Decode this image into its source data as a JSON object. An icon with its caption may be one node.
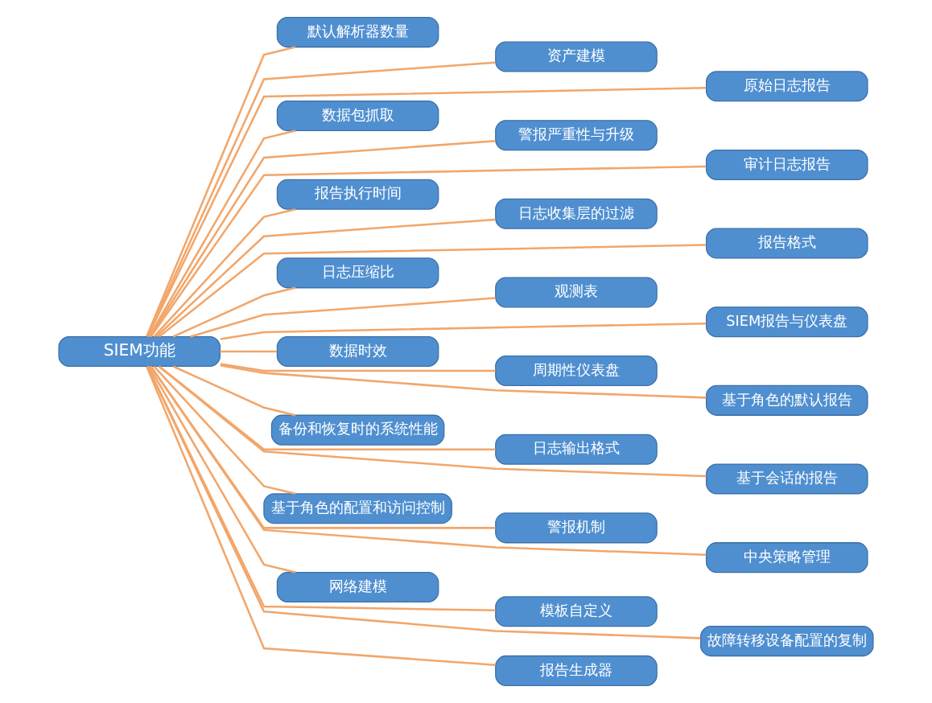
{
  "diagram": {
    "nodes": [
      {
        "text": [
          "SIEM功能"
        ]
      },
      {
        "text": [
          "默认解析器数量"
        ]
      },
      {
        "text": [
          "资产建模"
        ]
      },
      {
        "text": [
          "原始日志报告"
        ]
      },
      {
        "text": [
          "数据包抓取"
        ]
      },
      {
        "text": [
          "警报严重性与升级"
        ]
      },
      {
        "text": [
          "审计日志报告"
        ]
      },
      {
        "text": [
          "报告执行时间"
        ]
      },
      {
        "text": [
          "日志收集层的过滤"
        ]
      },
      {
        "text": [
          "报告格式"
        ]
      },
      {
        "text": [
          "日志压缩比"
        ]
      },
      {
        "text": [
          "观测表"
        ]
      },
      {
        "text": [
          "SIEM报告与仪表盘"
        ]
      },
      {
        "text": [
          "数据时效"
        ]
      },
      {
        "text": [
          "周期性仪表盘"
        ]
      },
      {
        "text": [
          "基于角色的默认报告"
        ]
      },
      {
        "text": [
          "备份和恢复时的系统性能"
        ]
      },
      {
        "text": [
          "日志输出格式"
        ]
      },
      {
        "text": [
          "基于会话的报告"
        ]
      },
      {
        "text": [
          "基于角色的配置和访问控制"
        ]
      },
      {
        "text": [
          "警报机制"
        ]
      },
      {
        "text": [
          "中央策略管理"
        ]
      },
      {
        "text": [
          "网络建模"
        ]
      },
      {
        "text": [
          "模板自定义"
        ]
      },
      {
        "text": [
          "故障转移设备配置的复制"
        ]
      },
      {
        "text": [
          "报告生成器"
        ]
      }
    ],
    "edges": [
      {
        "from": 0,
        "to": 1,
        "arrow": "none"
      },
      {
        "from": 0,
        "to": 2,
        "arrow": "none"
      },
      {
        "from": 0,
        "to": 3,
        "arrow": "none"
      },
      {
        "from": 0,
        "to": 4,
        "arrow": "none"
      },
      {
        "from": 0,
        "to": 5,
        "arrow": "none"
      },
      {
        "from": 0,
        "to": 6,
        "arrow": "none"
      },
      {
        "from": 0,
        "to": 7,
        "arrow": "none"
      },
      {
        "from": 0,
        "to": 8,
        "arrow": "none"
      },
      {
        "from": 0,
        "to": 9,
        "arrow": "none"
      },
      {
        "from": 0,
        "to": 10,
        "arrow": "none"
      },
      {
        "from": 0,
        "to": 11,
        "arrow": "none"
      },
      {
        "from": 0,
        "to": 12,
        "arrow": "none"
      },
      {
        "from": 0,
        "to": 13,
        "arrow": "none"
      },
      {
        "from": 0,
        "to": 14,
        "arrow": "none"
      },
      {
        "from": 0,
        "to": 15,
        "arrow": "none"
      },
      {
        "from": 0,
        "to": 16,
        "arrow": "none"
      },
      {
        "from": 0,
        "to": 17,
        "arrow": "none"
      },
      {
        "from": 0,
        "to": 18,
        "arrow": "none"
      },
      {
        "from": 0,
        "to": 19,
        "arrow": "none"
      },
      {
        "from": 0,
        "to": 20,
        "arrow": "none"
      },
      {
        "from": 0,
        "to": 21,
        "arrow": "none"
      },
      {
        "from": 0,
        "to": 22,
        "arrow": "none"
      },
      {
        "from": 0,
        "to": 23,
        "arrow": "none"
      },
      {
        "from": 0,
        "to": 24,
        "arrow": "none"
      },
      {
        "from": 0,
        "to": 25,
        "arrow": "none"
      }
    ]
  }
}
